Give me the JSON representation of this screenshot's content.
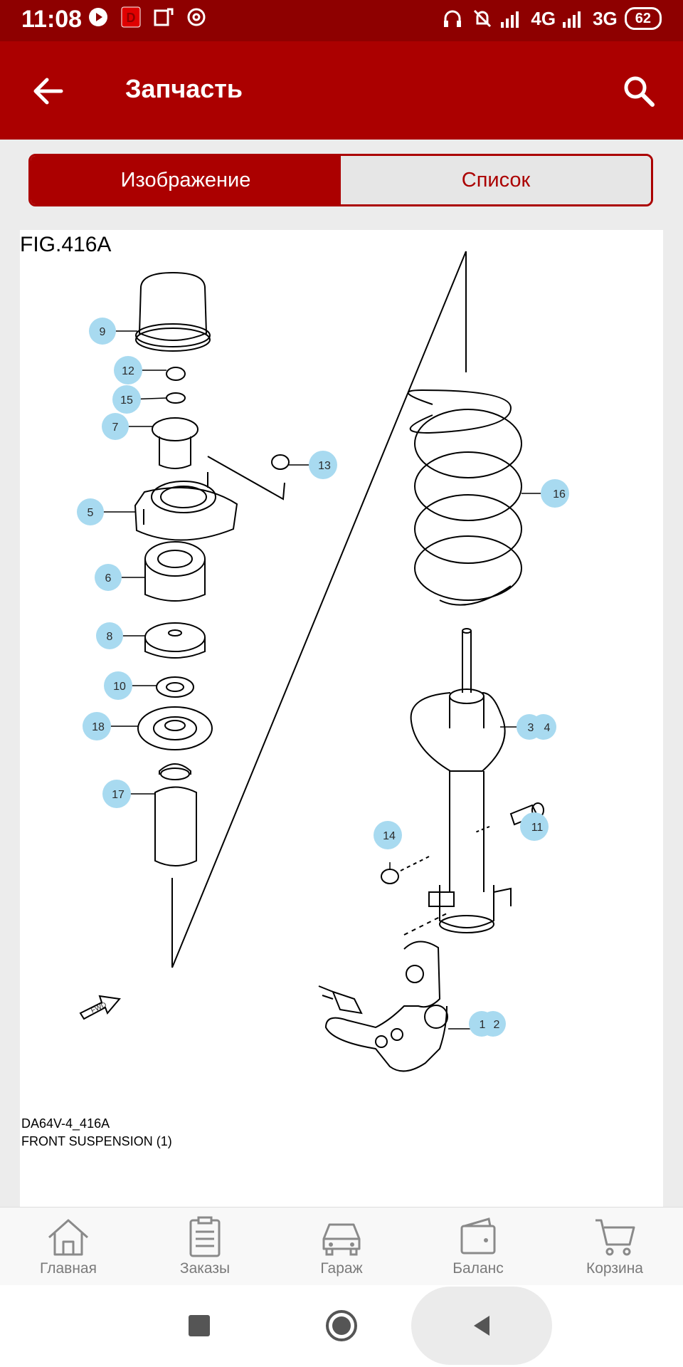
{
  "status_bar": {
    "time": "11:08",
    "network_1": "4G",
    "network_2": "3G",
    "battery": "62",
    "icons": [
      "play-icon",
      "d-app-icon",
      "wifi-calls-icon",
      "at-icon",
      "headphones-icon",
      "muted-alarm-icon",
      "signal-icon"
    ]
  },
  "app_bar": {
    "title": "Запчасть",
    "back_icon": "arrow-back-icon",
    "search_icon": "search-icon"
  },
  "tabs": [
    {
      "label": "Изображение",
      "active": true
    },
    {
      "label": "Список",
      "active": false
    }
  ],
  "diagram": {
    "figure_title": "FIG.416A",
    "code": "DA64V-4_416A",
    "description": "FRONT SUSPENSION (1)",
    "callouts": [
      "9",
      "12",
      "15",
      "7",
      "13",
      "5",
      "6",
      "8",
      "10",
      "18",
      "17",
      "16",
      "3",
      "4",
      "11",
      "14",
      "1",
      "2"
    ],
    "fwd_label": "FWD"
  },
  "bottom_nav": [
    {
      "label": "Главная",
      "icon": "home-icon"
    },
    {
      "label": "Заказы",
      "icon": "orders-clipboard-icon"
    },
    {
      "label": "Гараж",
      "icon": "car-icon"
    },
    {
      "label": "Баланс",
      "icon": "wallet-icon"
    },
    {
      "label": "Корзина",
      "icon": "cart-icon"
    }
  ],
  "system_nav": [
    "recents-square-icon",
    "home-circle-icon",
    "back-triangle-icon"
  ],
  "colors": {
    "primary": "#ab0000",
    "status_bar": "#8e0000",
    "callout": "#a8daf0"
  }
}
